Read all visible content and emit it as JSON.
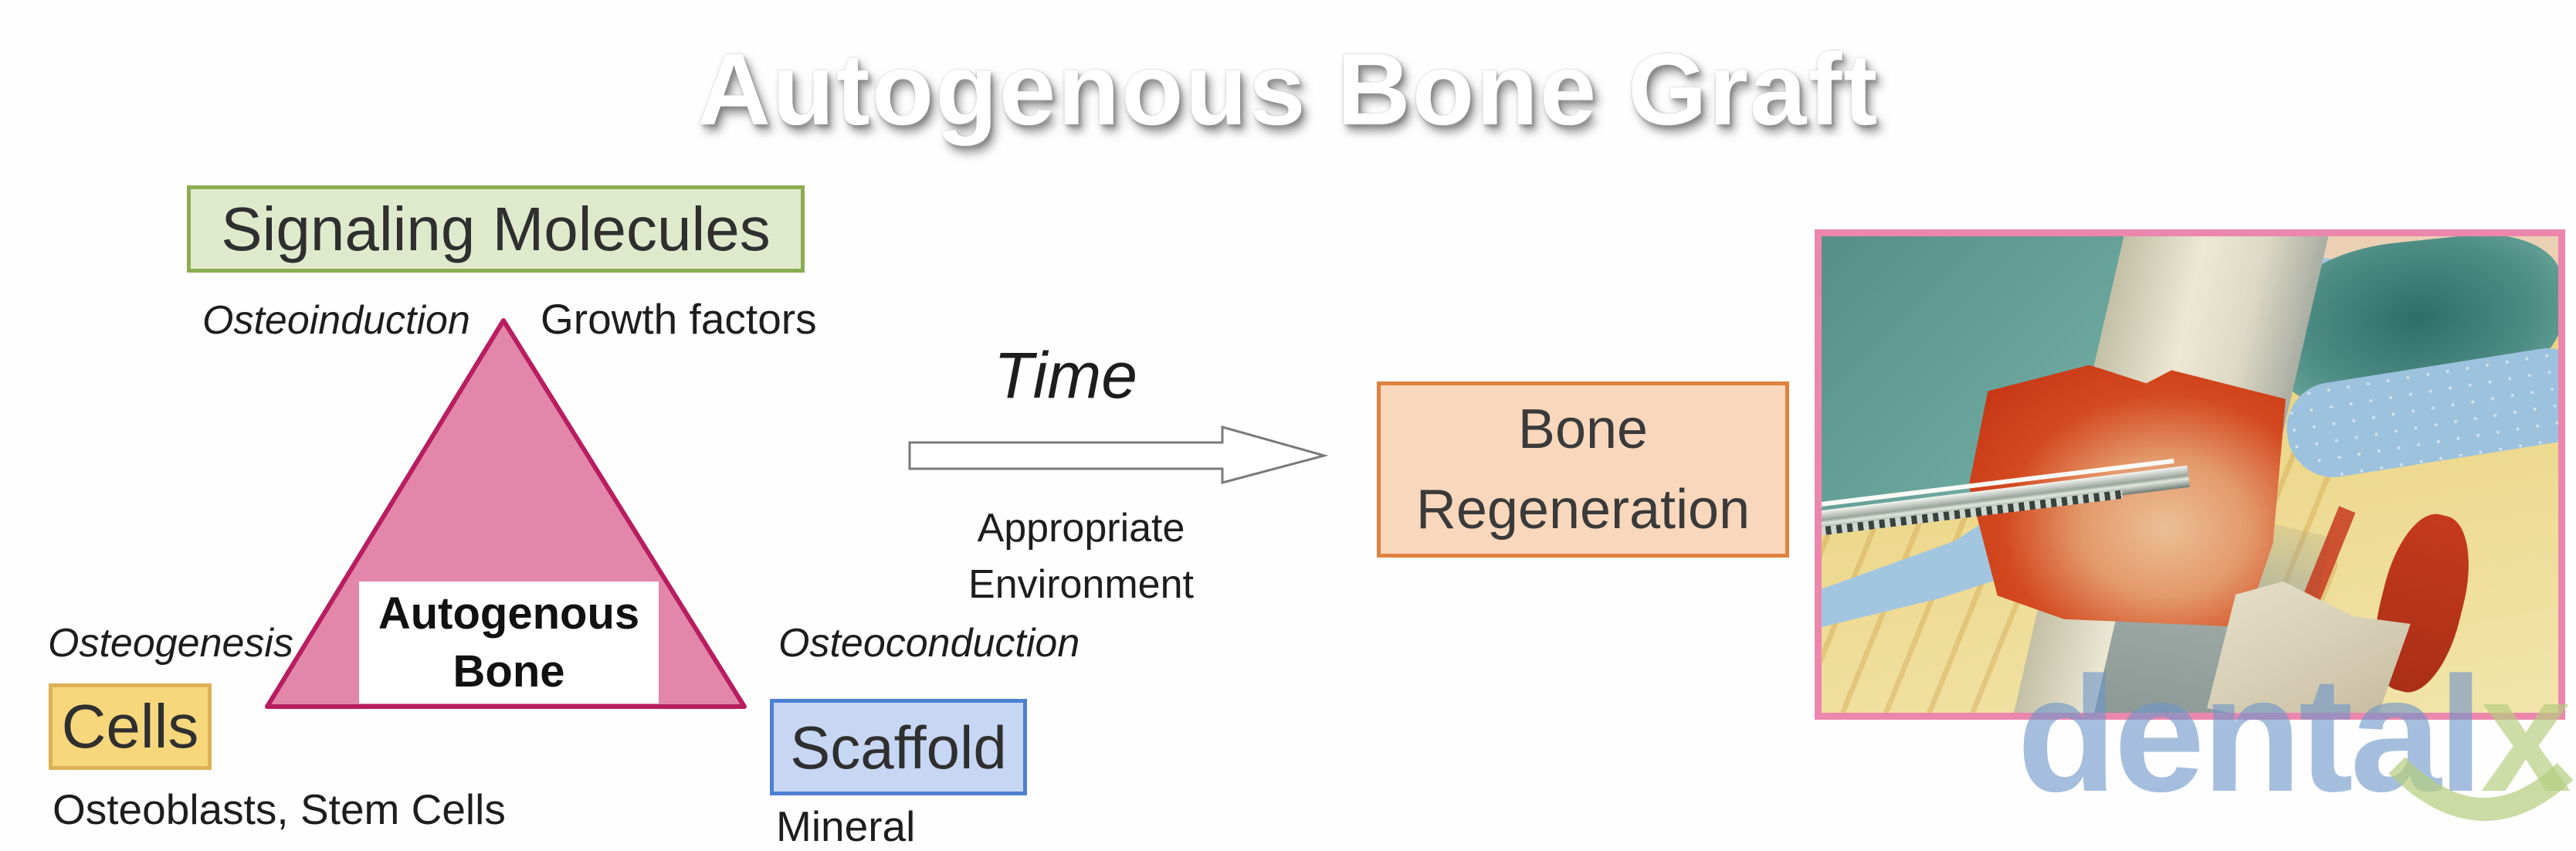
{
  "title": "Autogenous Bone Graft",
  "nodes": {
    "signaling": {
      "label": "Signaling Molecules",
      "process": "Osteoinduction",
      "detail": "Growth factors",
      "fill": "#dfeacd",
      "border": "#8aad52"
    },
    "cells": {
      "label": "Cells",
      "process": "Osteogenesis",
      "detail": "Osteoblasts, Stem Cells",
      "fill": "#f6d77c",
      "border": "#ddb255"
    },
    "scaffold": {
      "label": "Scaffold",
      "process": "Osteoconduction",
      "detail": "Mineral",
      "fill": "#c6d6f3",
      "border": "#4d80d3"
    },
    "center": {
      "line1": "Autogenous",
      "line2": "Bone",
      "triangle_fill": "#e287a9",
      "triangle_border": "#b81d60"
    },
    "result": {
      "line1": "Bone",
      "line2": "Regeneration",
      "fill": "#f8d7bd",
      "border": "#e0813f"
    }
  },
  "flow": {
    "label": "Time",
    "condition_line1": "Appropriate",
    "condition_line2": "Environment"
  },
  "photo": {
    "frame_color": "#ec86ad",
    "description": "intraoral surgical photo: harvested autogenous bone graft held against a metal retractor with forceps over exposed tissue and surgical drapes"
  },
  "watermark": {
    "word1": "dental",
    "word2": "xp",
    "word1_color": "#6e96c8",
    "word2_color": "#b4cd7d"
  }
}
